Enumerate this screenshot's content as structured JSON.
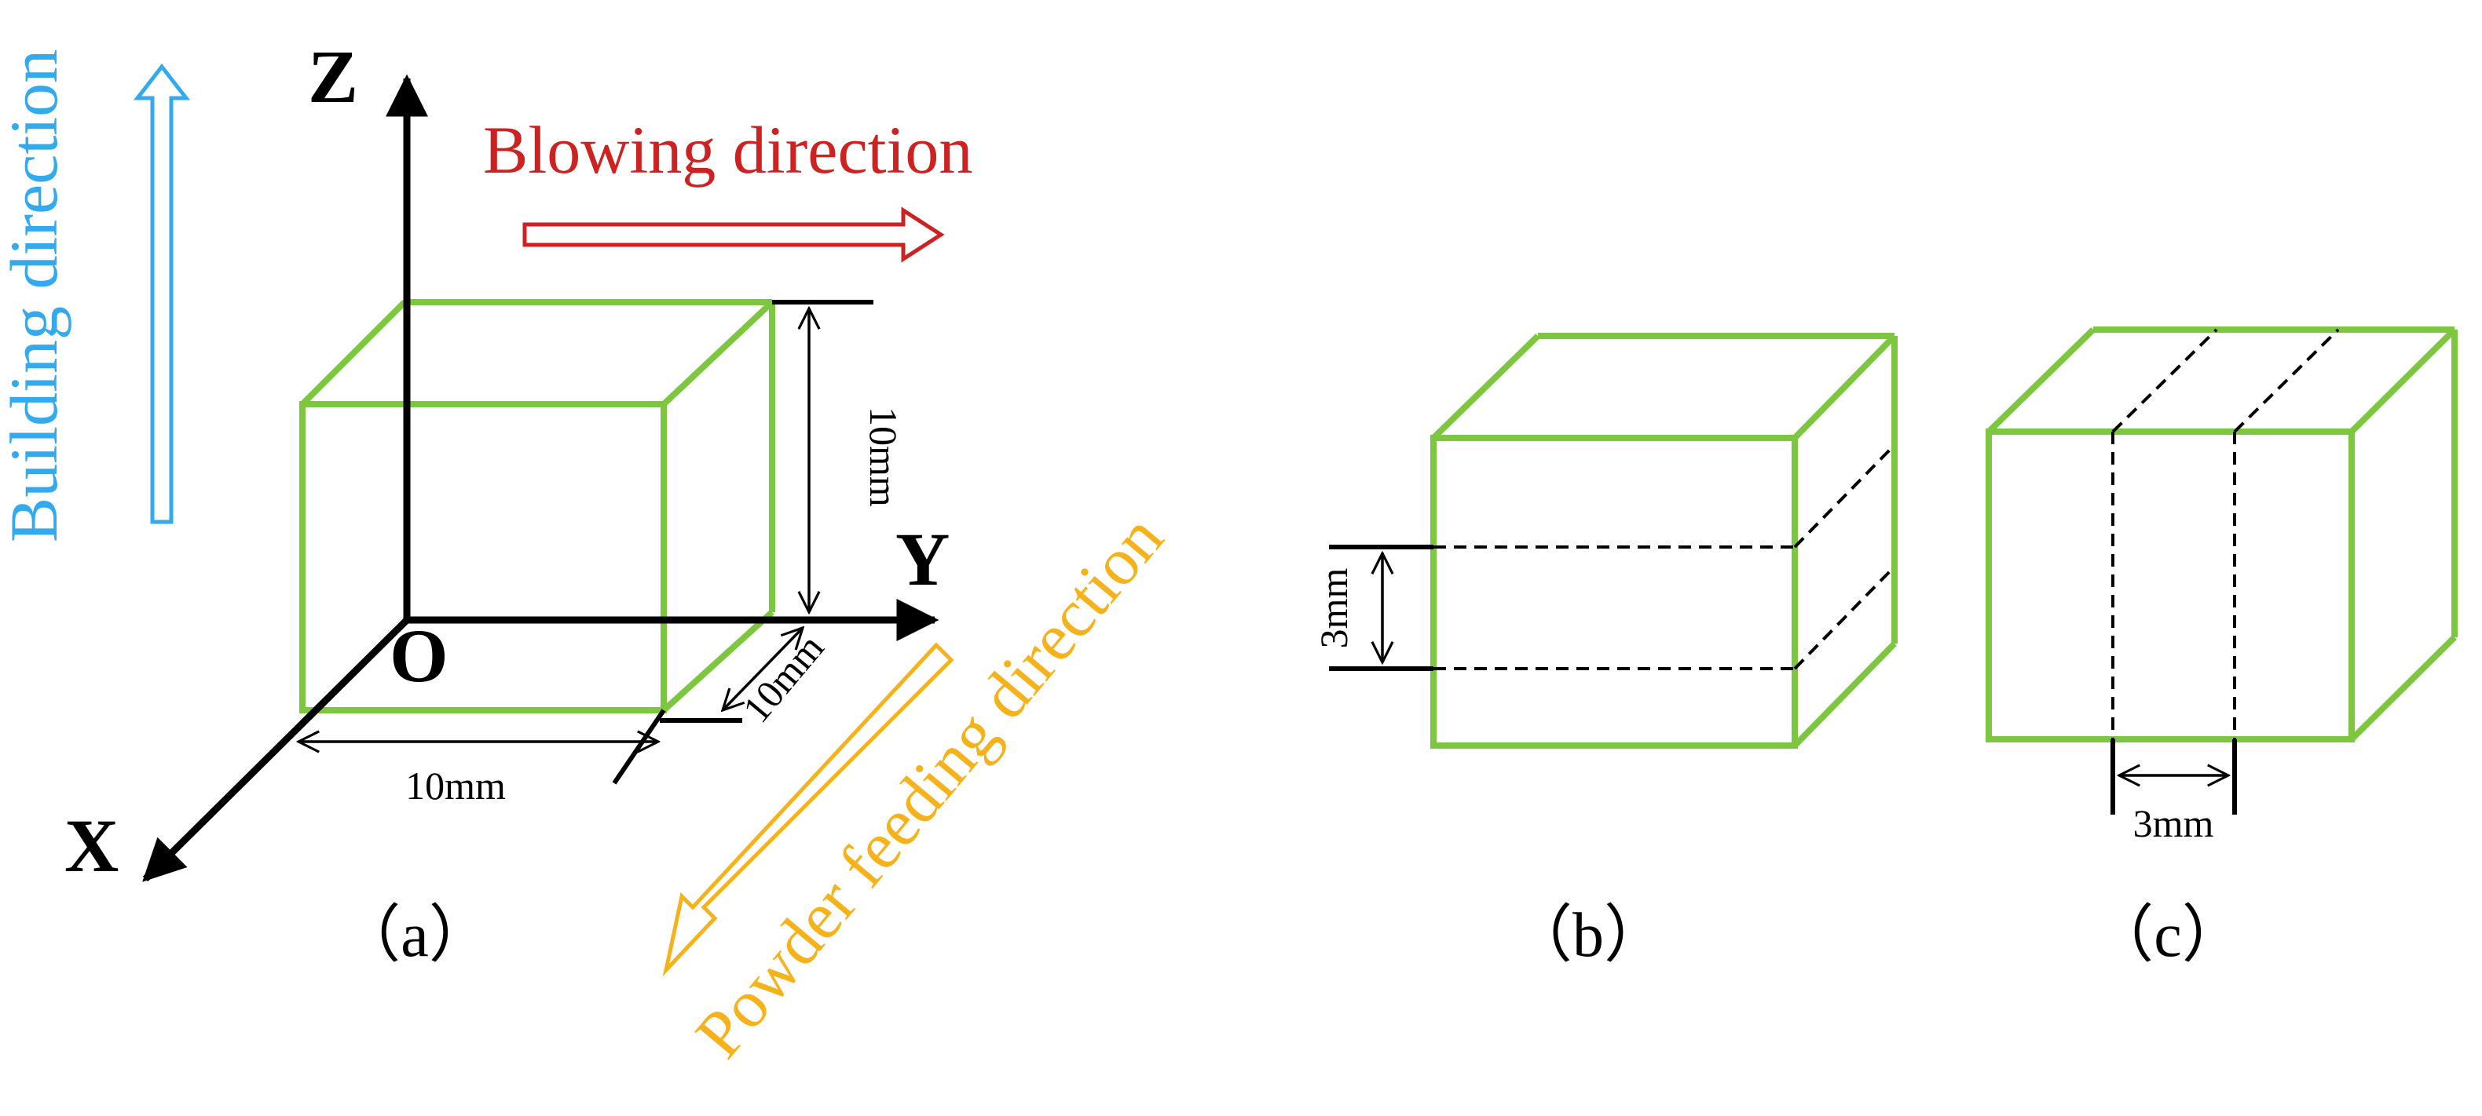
{
  "axes": {
    "z": "Z",
    "y": "Y",
    "x": "X",
    "origin": "O"
  },
  "directions": {
    "building": {
      "label": "Building direction",
      "color": "#33aaee"
    },
    "blowing": {
      "label": "Blowing direction",
      "color": "#cc2222"
    },
    "powder": {
      "label": "Powder feeding direction",
      "color": "#f5b21b"
    }
  },
  "dimensions": {
    "height": "10mm",
    "depth": "10mm",
    "width": "10mm",
    "slice_b": "3mm",
    "slice_c": "3mm"
  },
  "panels": {
    "a": "（a）",
    "b": "（b）",
    "c": "（c）"
  },
  "colors": {
    "cube": "#7dc63f",
    "ink": "#000000"
  }
}
